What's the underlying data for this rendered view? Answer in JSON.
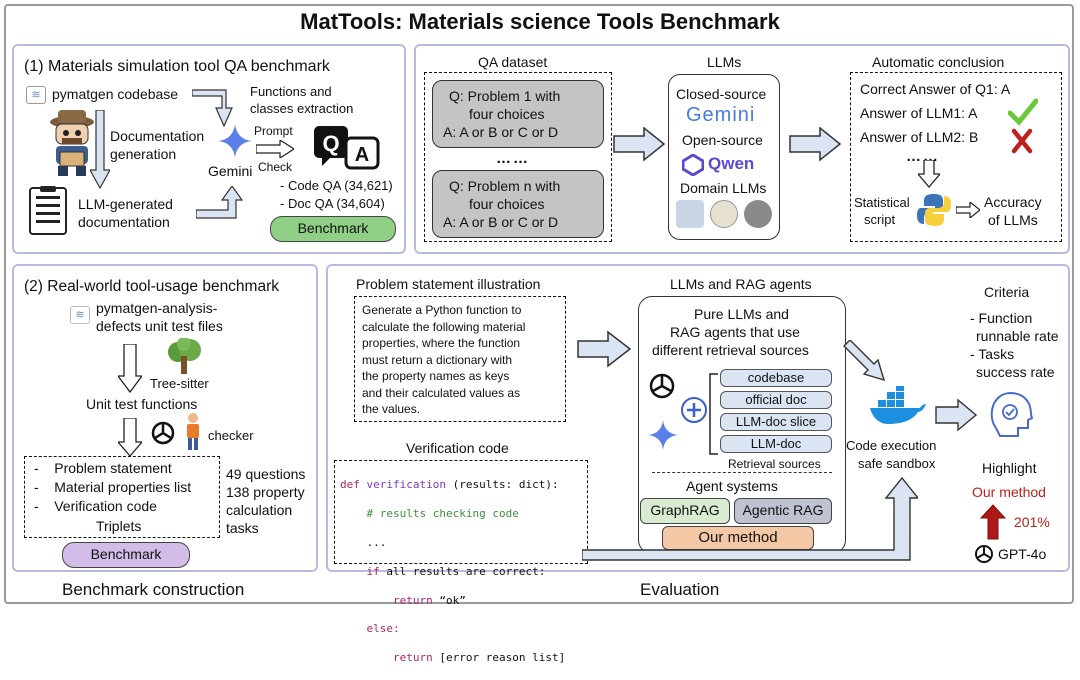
{
  "title": "MatTools: Materials science Tools Benchmark",
  "panel1": {
    "heading": "(1) Materials simulation tool QA benchmark",
    "codebase": "pymatgen codebase",
    "doc_gen": [
      "Documentation",
      "generation"
    ],
    "llm_doc": [
      "LLM-generated",
      "documentation"
    ],
    "extraction": [
      "Functions and",
      "classes extraction"
    ],
    "prompt": "Prompt",
    "check": "Check",
    "gemini": "Gemini",
    "code_qa": "- Code QA (34,621)",
    "doc_qa": "- Doc QA (34,604)",
    "benchmark": "Benchmark"
  },
  "panel2": {
    "qa_title": "QA dataset",
    "q1": [
      "Q: Problem 1 with",
      "four choices",
      "A: A or B or C or D"
    ],
    "dots": "……",
    "qn": [
      "Q: Problem n with",
      "four choices",
      "A: A or B or C or D"
    ],
    "llms_title": "LLMs",
    "closed": "Closed-source",
    "gemini_logo": "Gemini",
    "open": "Open-source",
    "qwen": "Qwen",
    "domain": "Domain LLMs",
    "auto_title": "Automatic conclusion",
    "correct": "Correct Answer of Q1: A",
    "ans1": "Answer of LLM1: A",
    "ans2": "Answer of LLM2: B",
    "dots2": "……",
    "stat": [
      "Statistical",
      "script"
    ],
    "accuracy": [
      "Accuracy",
      "of LLMs"
    ]
  },
  "panel3": {
    "heading": "(2) Real-world tool-usage benchmark",
    "files": [
      "pymatgen-analysis-",
      "defects unit test files"
    ],
    "treesitter": "Tree-sitter",
    "unit_fn": "Unit test functions",
    "checker": "checker",
    "items": [
      "Problem statement",
      "Material properties list",
      "Verification code"
    ],
    "triplets": "Triplets",
    "stats": [
      "49 questions",
      "138 property",
      "calculation",
      "tasks"
    ],
    "benchmark": "Benchmark",
    "caption": "Benchmark construction"
  },
  "panel4": {
    "ps_title": "Problem statement illustration",
    "ps_text": [
      "Generate a Python function to",
      "calculate the following material",
      "properties, where the function",
      "must return a dictionary with",
      "the property names as keys",
      "and their calculated values as",
      "the values."
    ],
    "vc_title": "Verification code",
    "code": {
      "l1_def": "def ",
      "l1_fn": "verification",
      "l1_rest": " (results: dict):",
      "l2": "# results checking code",
      "l3": "...",
      "l4_if": "if",
      "l4_rest": " all results are correct:",
      "l5_ret": "return",
      "l5_rest": " “ok”",
      "l6": "else:",
      "l7_ret": "return",
      "l7_rest": " [error reason list]"
    },
    "rag_title": "LLMs and RAG agents",
    "rag_desc": [
      "Pure LLMs and",
      "RAG agents that use",
      "different retrieval sources"
    ],
    "sources": [
      "codebase",
      "official doc",
      "LLM-doc slice",
      "LLM-doc"
    ],
    "sources_label": "Retrieval sources",
    "agent_sys": "Agent systems",
    "graphrag": "GraphRAG",
    "agentic": "Agentic RAG",
    "ours": "Our method",
    "sandbox": [
      "Code execution",
      "safe sandbox"
    ],
    "criteria_title": "Criteria",
    "criteria": [
      "- Function",
      "runnable rate",
      "- Tasks",
      "success rate"
    ],
    "highlight": "Highlight",
    "our_method": "Our method",
    "percent": "201%",
    "gpt": "GPT-4o",
    "caption": "Evaluation"
  },
  "colors": {
    "panel_border": "#b7bbe0",
    "arrow_fill": "#dbe4f3",
    "benchmark1": "#8fcf86",
    "benchmark2": "#d2bde8",
    "ours": "#f4c8a4",
    "graphrag": "#d9ecd2",
    "agentic": "#bfc2d0",
    "red": "#c0201a",
    "green_check": "#6ac83a"
  }
}
